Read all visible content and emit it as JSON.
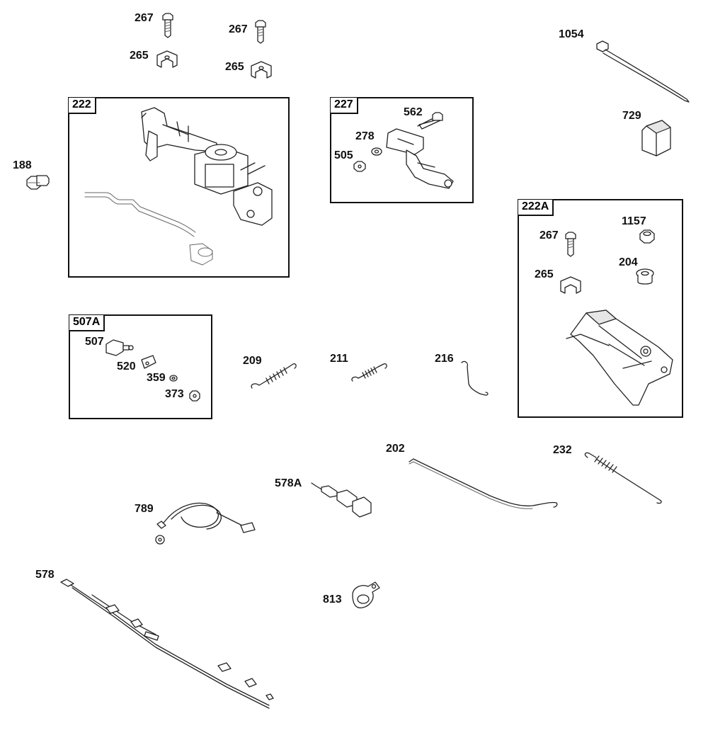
{
  "diagram": {
    "groups": {
      "g222": "222",
      "g227": "227",
      "g222a": "222A",
      "g507a": "507A"
    },
    "labels": {
      "p267_a": "267",
      "p267_b": "267",
      "p265_a": "265",
      "p265_b": "265",
      "p1054": "1054",
      "p729": "729",
      "p188": "188",
      "p562": "562",
      "p278": "278",
      "p505": "505",
      "p1157": "1157",
      "p267_c": "267",
      "p204": "204",
      "p265_c": "265",
      "p507": "507",
      "p520": "520",
      "p359": "359",
      "p373": "373",
      "p209": "209",
      "p211": "211",
      "p216": "216",
      "p202": "202",
      "p232": "232",
      "p578a": "578A",
      "p789": "789",
      "p578": "578",
      "p813": "813"
    }
  }
}
